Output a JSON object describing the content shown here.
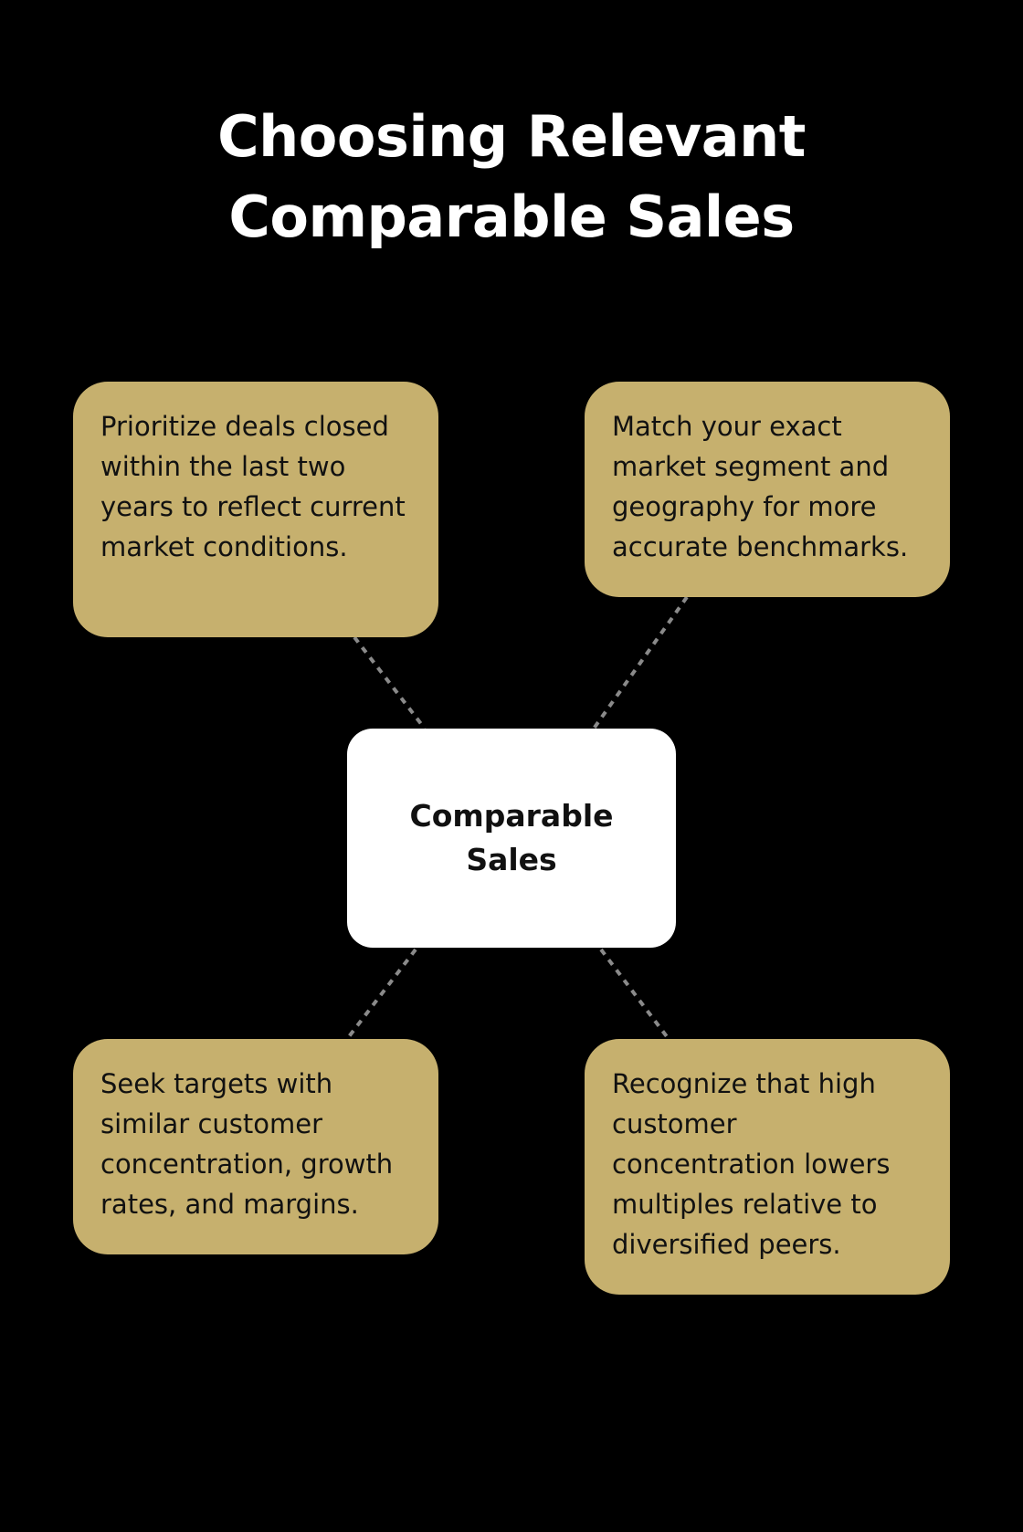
{
  "title": "Choosing Relevant Comparable Sales",
  "center": {
    "label": "Comparable Sales"
  },
  "nodes": {
    "top_left": "Prioritize deals closed within the last two years to reflect current market conditions.",
    "top_right": "Match your exact market segment and geography for more accurate benchmarks.",
    "bottom_left": "Seek targets with similar customer concentration, growth rates, and margins.",
    "bottom_right": "Recognize that high customer concentration lowers multiples relative to diversified peers."
  },
  "colors": {
    "background": "#000000",
    "node_fill": "#c6b06e",
    "center_fill": "#ffffff",
    "connector": "#8a8a8a",
    "title_text": "#ffffff"
  }
}
